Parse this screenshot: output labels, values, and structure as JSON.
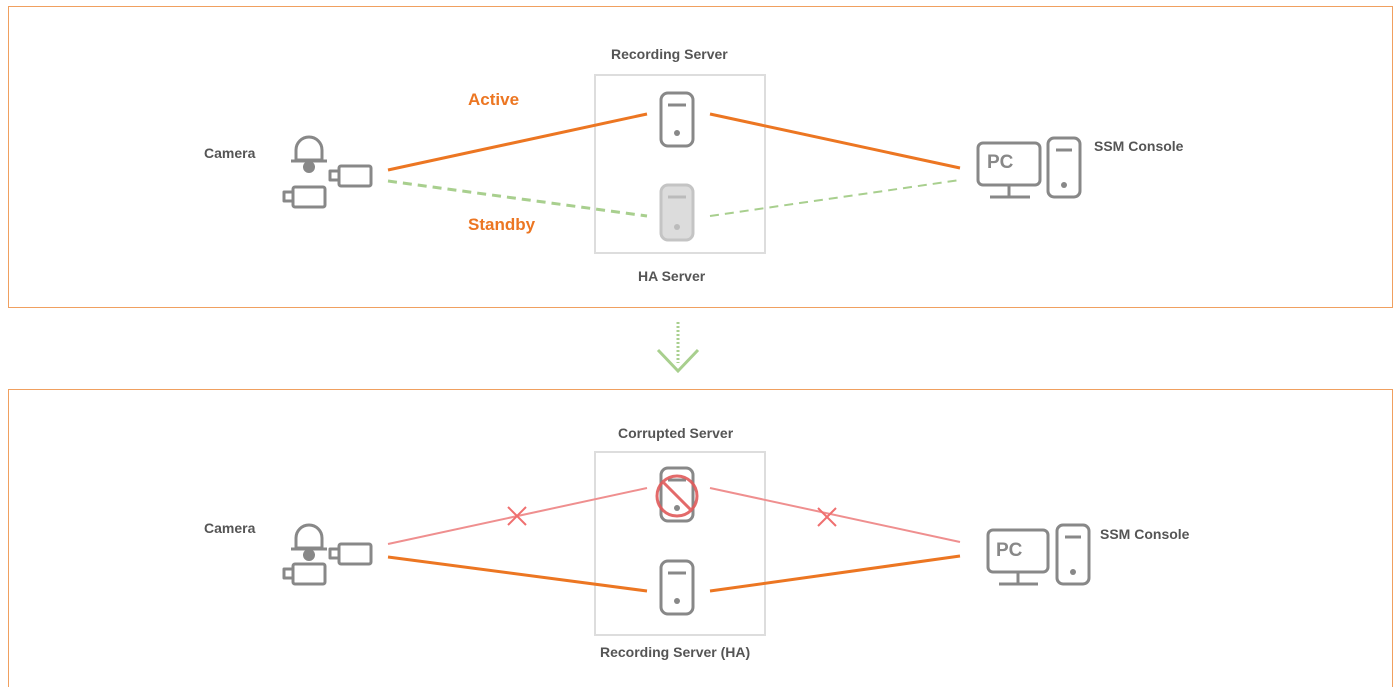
{
  "colors": {
    "accent": "#ec7622",
    "standby": "#a8cf8e",
    "failed": "#ef8f8f",
    "device": "#888888",
    "device_standby": "#c4c4c4",
    "panel_border": "#f0a060"
  },
  "top": {
    "camera_label": "Camera",
    "recording_server_label": "Recording Server",
    "ha_server_label": "HA Server",
    "console_label": "SSM Console",
    "pc_text": "PC",
    "active_label": "Active",
    "standby_label": "Standby"
  },
  "bottom": {
    "camera_label": "Camera",
    "corrupted_server_label": "Corrupted Server",
    "recording_server_ha_label": "Recording Server (HA)",
    "console_label": "SSM Console",
    "pc_text": "PC"
  },
  "transition": {
    "icon": "chevron-down-icon"
  }
}
